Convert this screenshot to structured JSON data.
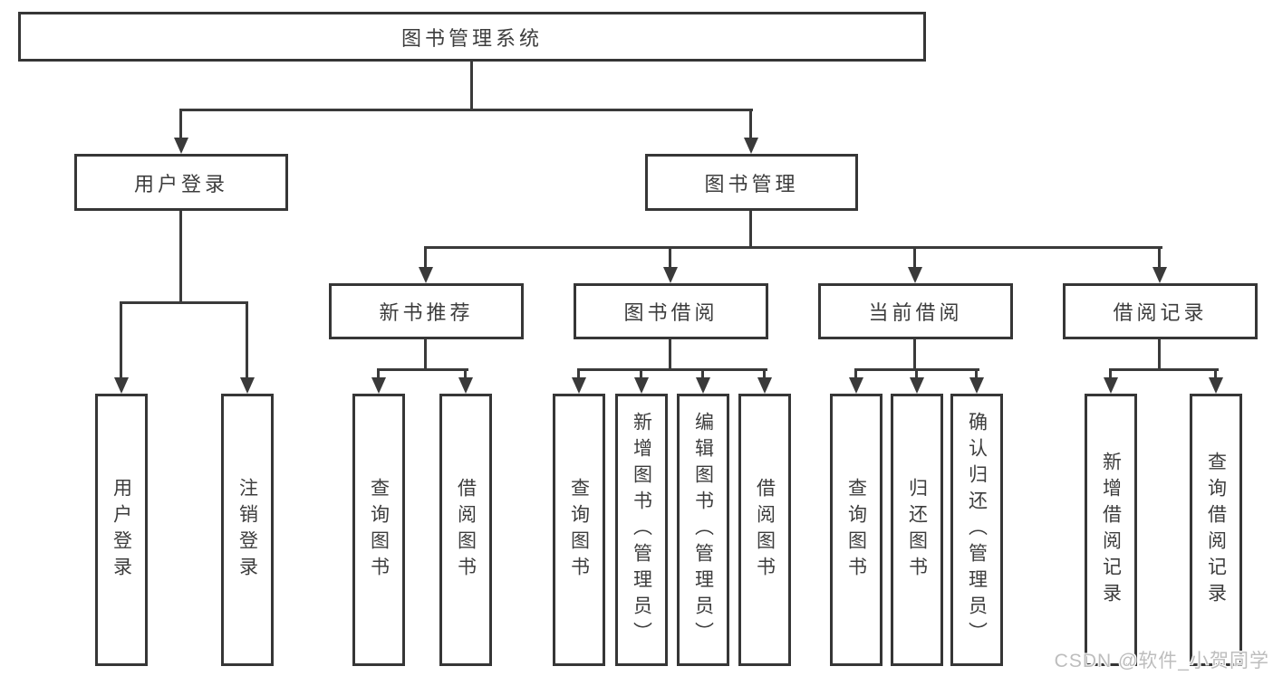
{
  "root": {
    "label": "图书管理系统"
  },
  "level2": [
    {
      "label": "用户登录"
    },
    {
      "label": "图书管理"
    }
  ],
  "level3": [
    {
      "label": "新书推荐"
    },
    {
      "label": "图书借阅"
    },
    {
      "label": "当前借阅"
    },
    {
      "label": "借阅记录"
    }
  ],
  "leaves": [
    {
      "group": "用户登录",
      "label": "用户登录"
    },
    {
      "group": "用户登录",
      "label": "注销登录"
    },
    {
      "group": "新书推荐",
      "label": "查询图书"
    },
    {
      "group": "新书推荐",
      "label": "借阅图书"
    },
    {
      "group": "图书借阅",
      "label": "查询图书"
    },
    {
      "group": "图书借阅",
      "label": "新增图书（管理员）"
    },
    {
      "group": "图书借阅",
      "label": "编辑图书（管理员）"
    },
    {
      "group": "图书借阅",
      "label": "借阅图书"
    },
    {
      "group": "当前借阅",
      "label": "查询图书"
    },
    {
      "group": "当前借阅",
      "label": "归还图书"
    },
    {
      "group": "当前借阅",
      "label": "确认归还（管理员）"
    },
    {
      "group": "借阅记录",
      "label": "新增借阅记录"
    },
    {
      "group": "借阅记录",
      "label": "查询借阅记录"
    }
  ],
  "watermark": "CSDN @软件_小贺同学",
  "colors": {
    "line": "#3a3a3a",
    "border": "#363636",
    "text": "#3d3d3d",
    "watermark": "#bdbdbd",
    "background": "#ffffff"
  }
}
